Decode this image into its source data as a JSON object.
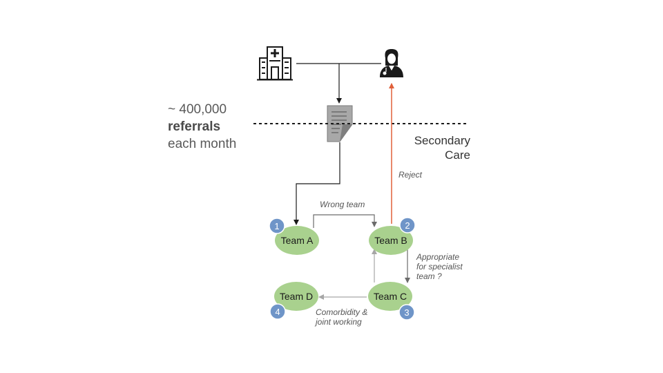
{
  "referrals": {
    "line1": "~ 400,000",
    "line2": "referrals",
    "line3": "each month"
  },
  "secondary_care": {
    "line1": "Secondary",
    "line2": "Care"
  },
  "icons": {
    "hospital": "hospital-icon",
    "doctor": "doctor-icon",
    "document": "referral-document-icon"
  },
  "edges": {
    "reject": "Reject",
    "wrong_team": "Wrong team",
    "appropriate": [
      "Appropriate",
      "for specialist",
      "team ?"
    ],
    "comorbidity": [
      "Comorbidity &",
      "joint working"
    ]
  },
  "teams": [
    {
      "name": "Team A",
      "number": "1"
    },
    {
      "name": "Team B",
      "number": "2"
    },
    {
      "name": "Team C",
      "number": "3"
    },
    {
      "name": "Team D",
      "number": "4"
    }
  ],
  "colors": {
    "team_fill": "#a9d18e",
    "badge_fill": "#6f95c8",
    "reject_arrow": "#e0603a",
    "arrow_dark": "#1a1a1a",
    "arrow_grey": "#808080",
    "arrow_light": "#b3b3b3"
  }
}
